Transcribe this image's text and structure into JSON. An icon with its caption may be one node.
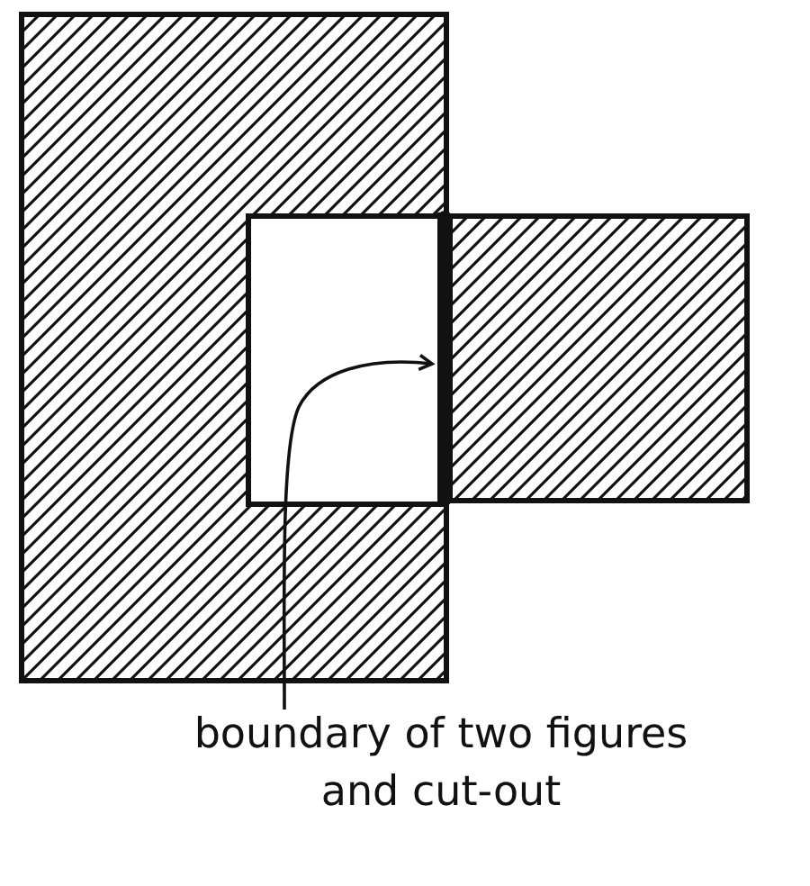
{
  "diagram": {
    "nodes": [
      {
        "text": [
          "boundary of two figures and cut-out"
        ]
      },
      {
        "text": [],
        "shape": "bar"
      }
    ],
    "edges": [
      {
        "from": 0,
        "to": 1,
        "arrow": "to"
      }
    ]
  }
}
